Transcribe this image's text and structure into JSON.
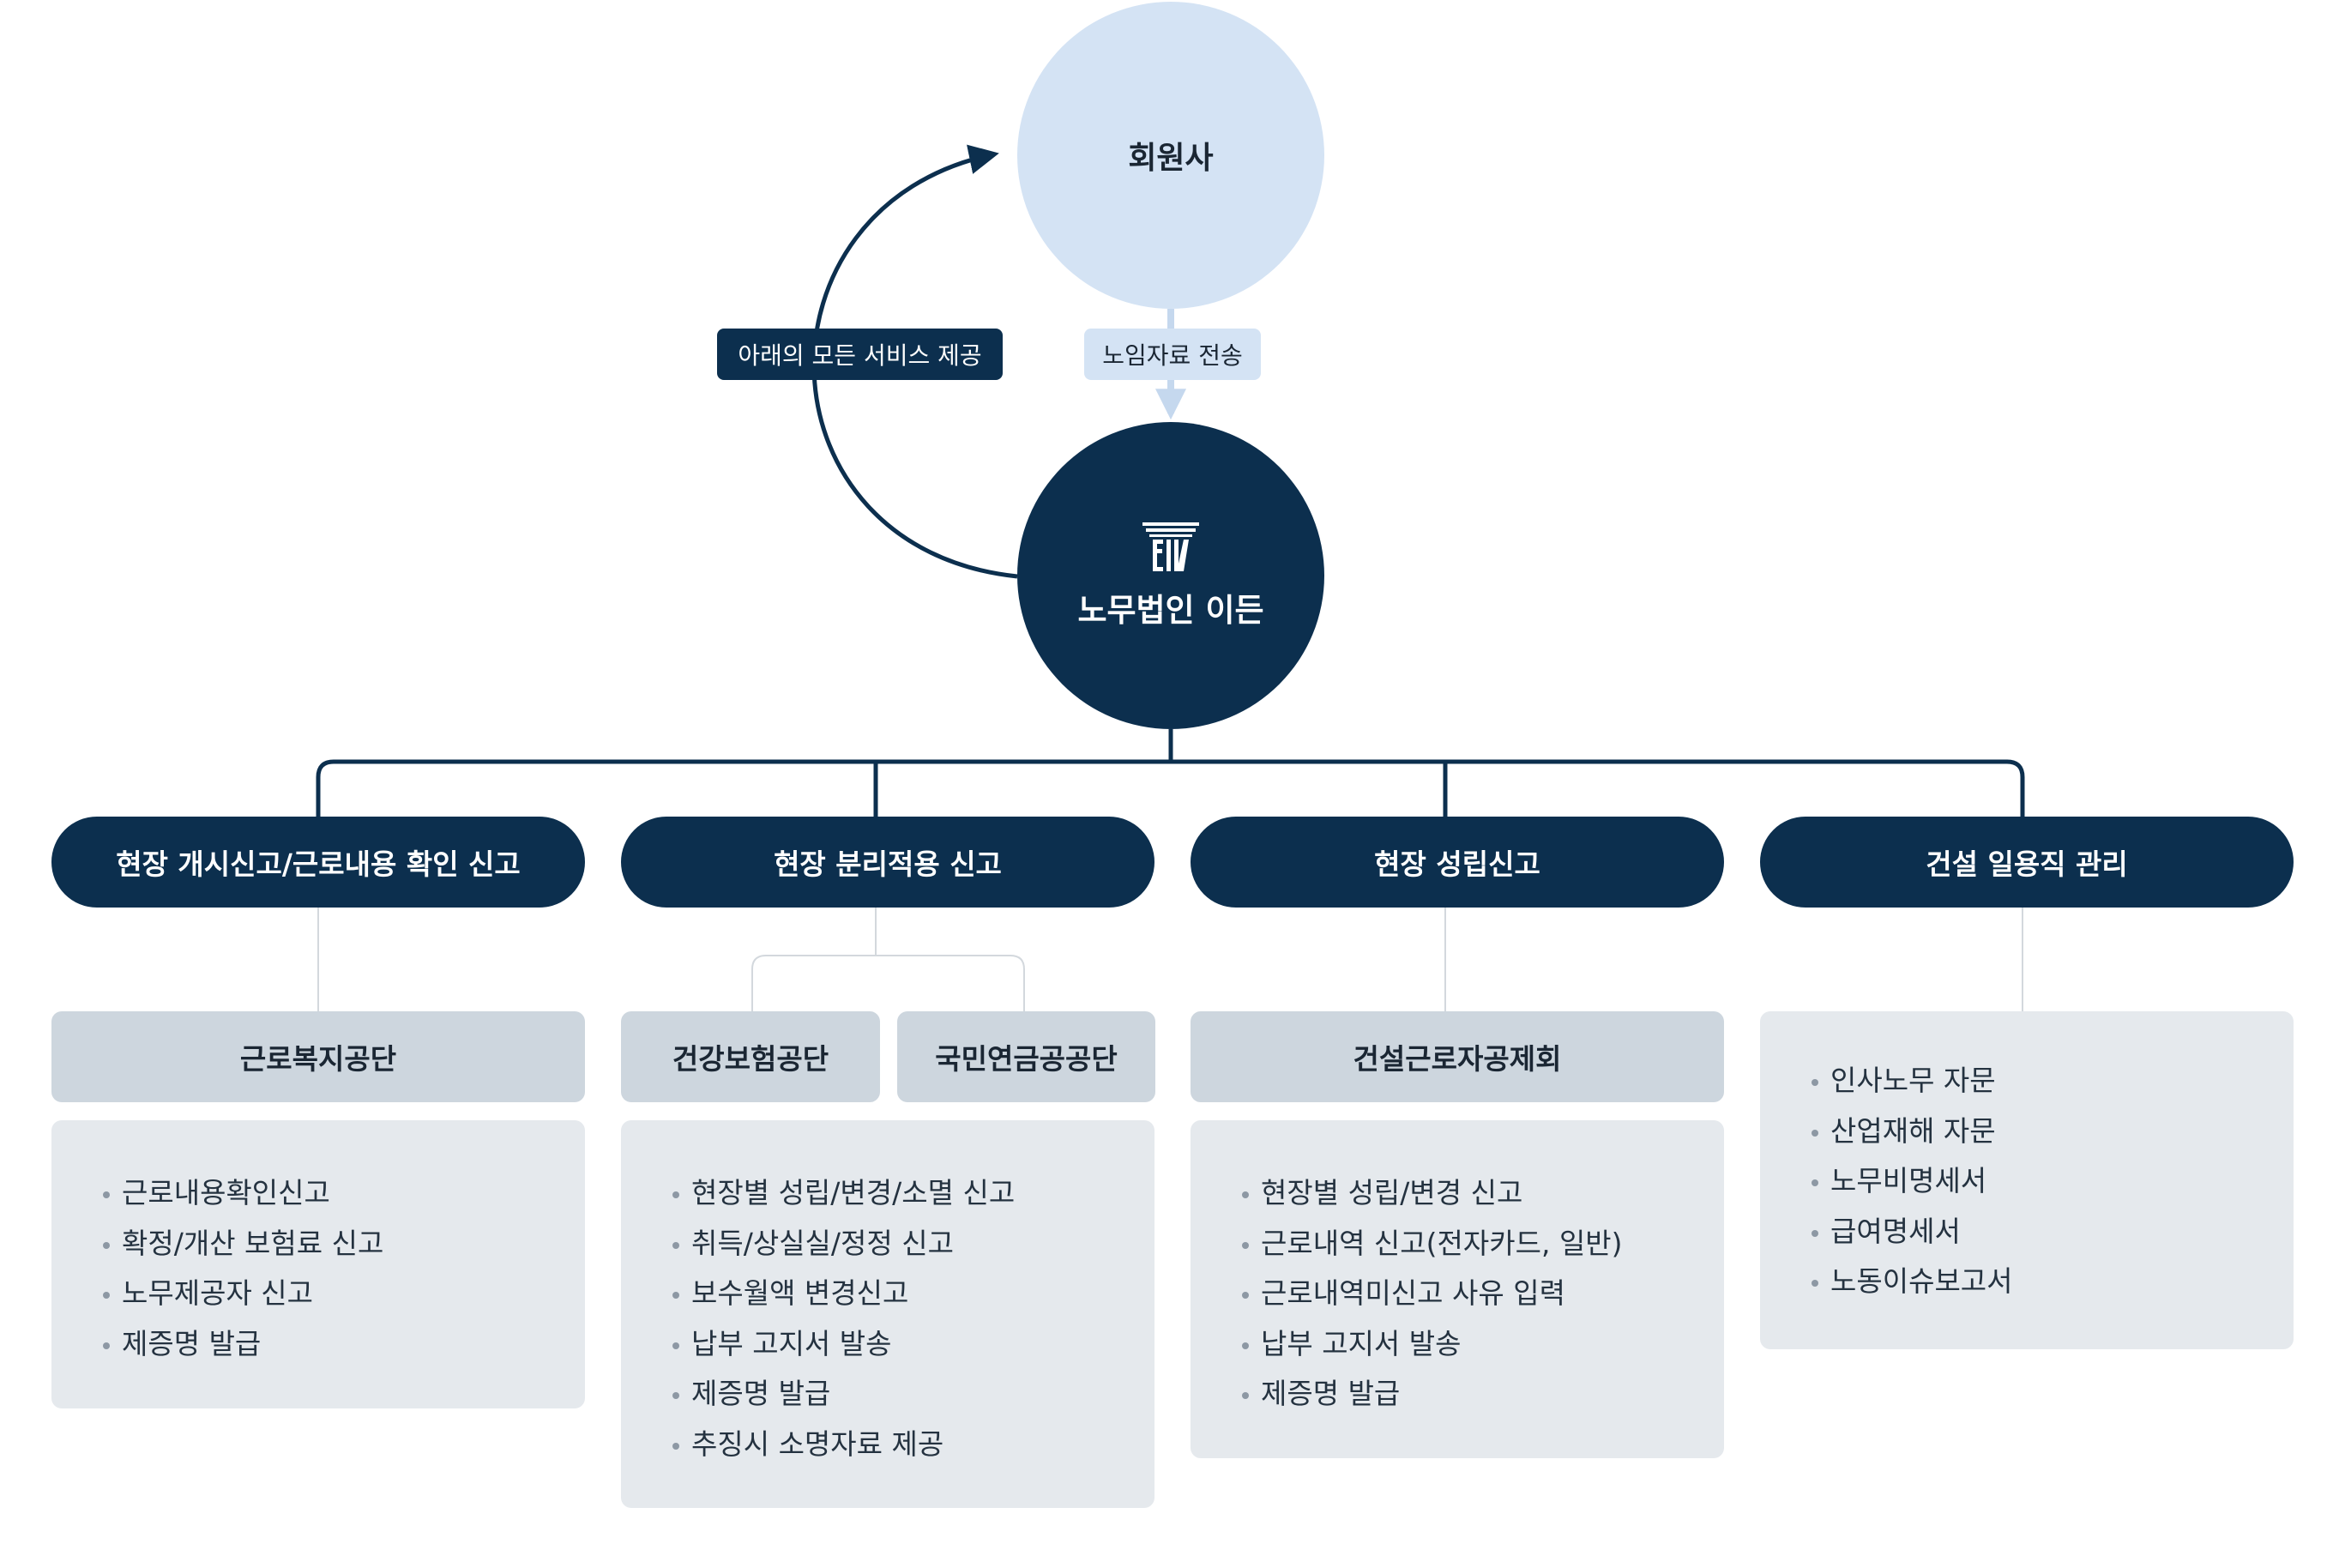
{
  "diagram": {
    "member": {
      "label": "회원사"
    },
    "firm": {
      "label": "노무법인 이든",
      "logo_icon": "pillar-logo-icon"
    },
    "tags": {
      "services": "아래의 모든 서비스 제공",
      "transfer": "노임자료 전송"
    },
    "categories": [
      {
        "label": "현장 개시신고/근로내용 확인 신고",
        "agencies": [
          "근로복지공단"
        ],
        "items": [
          "근로내용확인신고",
          "확정/개산 보험료 신고",
          "노무제공자 신고",
          "제증명 발급"
        ]
      },
      {
        "label": "현장 분리적용 신고",
        "agencies": [
          "건강보험공단",
          "국민연금공공단"
        ],
        "items": [
          "현장별 성립/변경/소멸 신고",
          "취득/상실실/정정 신고",
          "보수월액 변경신고",
          "납부 고지서 발송",
          "제증명 발급",
          "추징시 소명자료 제공"
        ]
      },
      {
        "label": "현장 성립신고",
        "agencies": [
          "건설근로자공제회"
        ],
        "items": [
          "현장별 성립/변경 신고",
          "근로내역 신고(전자카드, 일반)",
          "근로내역미신고 사유 입력",
          "납부 고지서 발송",
          "제증명 발급"
        ]
      },
      {
        "label": "건설 일용직 관리",
        "agencies": [],
        "items": [
          "인사노무 자문",
          "산업재해 자문",
          "노무비명세서",
          "급여명세서",
          "노동이슈보고서"
        ]
      }
    ],
    "colors": {
      "navy": "#0c2f4e",
      "light_blue": "#d4e3f4",
      "agency_gray": "#cdd6de",
      "panel_gray": "#e5e9ed"
    }
  }
}
